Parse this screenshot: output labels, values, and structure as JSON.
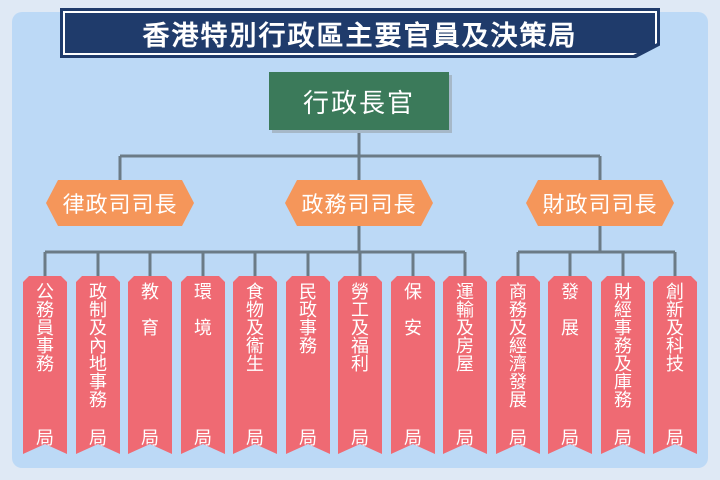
{
  "title": "香港特別行政區主要官員及決策局",
  "chief_executive": "行政長官",
  "secretaries": [
    {
      "label": "律政司司長"
    },
    {
      "label": "政務司司長"
    },
    {
      "label": "財政司司長"
    }
  ],
  "bureaus": [
    {
      "name": "公務員事務局",
      "head": "公\n務\n員\n事\n務",
      "tail": "局"
    },
    {
      "name": "政制及內地事務局",
      "head": "政\n制\n及\n內\n地\n事\n務",
      "tail": "局"
    },
    {
      "name": "教育局",
      "head": "教\n\n育",
      "tail": "局"
    },
    {
      "name": "環境局",
      "head": "環\n\n境",
      "tail": "局"
    },
    {
      "name": "食物及衞生局",
      "head": "食\n物\n及\n衞\n生",
      "tail": "局"
    },
    {
      "name": "民政事務局",
      "head": "民\n政\n事\n務",
      "tail": "局"
    },
    {
      "name": "勞工及福利局",
      "head": "勞\n工\n及\n福\n利",
      "tail": "局"
    },
    {
      "name": "保安局",
      "head": "保\n\n安",
      "tail": "局"
    },
    {
      "name": "運輸及房屋局",
      "head": "運\n輸\n及\n房\n屋",
      "tail": "局"
    },
    {
      "name": "商務及經濟發展局",
      "head": "商\n務\n及\n經\n濟\n發\n展",
      "tail": "局"
    },
    {
      "name": "發展局",
      "head": "發\n\n展",
      "tail": "局"
    },
    {
      "name": "財經事務及庫務局",
      "head": "財\n經\n事\n務\n及\n庫\n務",
      "tail": "局"
    },
    {
      "name": "創新及科技局",
      "head": "創\n新\n及\n科\n技",
      "tail": "局"
    }
  ],
  "colors": {
    "title_bg": "#1f3b6b",
    "chief_bg": "#3b7a5a",
    "secretary_bg": "#f5965a",
    "bureau_bg": "#ef6a73",
    "panel_bg": "#bcd9f6",
    "connector": "#6b7b86"
  }
}
